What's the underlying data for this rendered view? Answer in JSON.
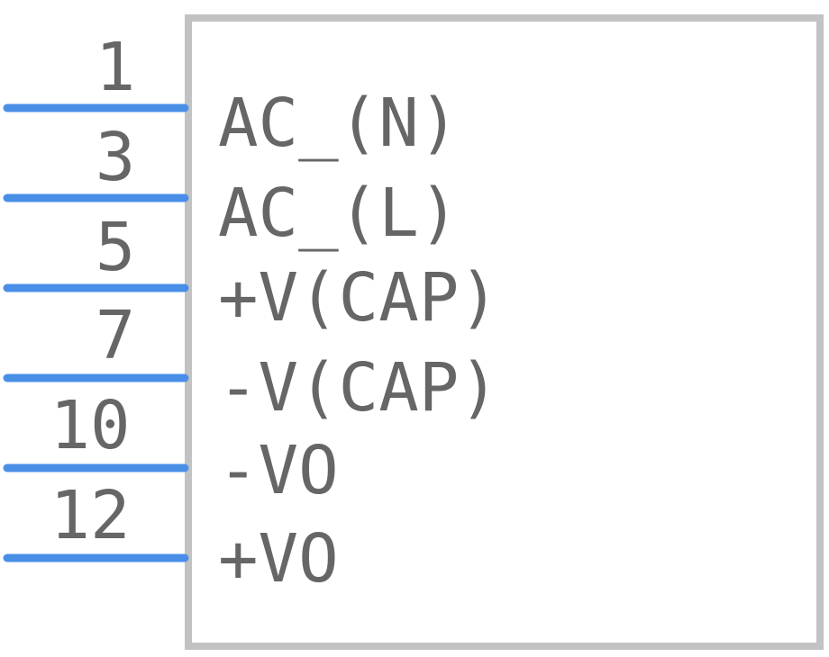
{
  "component": {
    "colors": {
      "body_outline": "#c2c2c2",
      "pin_line": "#4a8fe7",
      "text": "#666666",
      "background": "#ffffff"
    },
    "pins": [
      {
        "number": "1",
        "label": "AC_(N)"
      },
      {
        "number": "3",
        "label": "AC_(L)"
      },
      {
        "number": "5",
        "label": "+V(CAP)"
      },
      {
        "number": "7",
        "label": "-V(CAP)"
      },
      {
        "number": "10",
        "label": "-VO"
      },
      {
        "number": "12",
        "label": "+VO"
      }
    ]
  }
}
